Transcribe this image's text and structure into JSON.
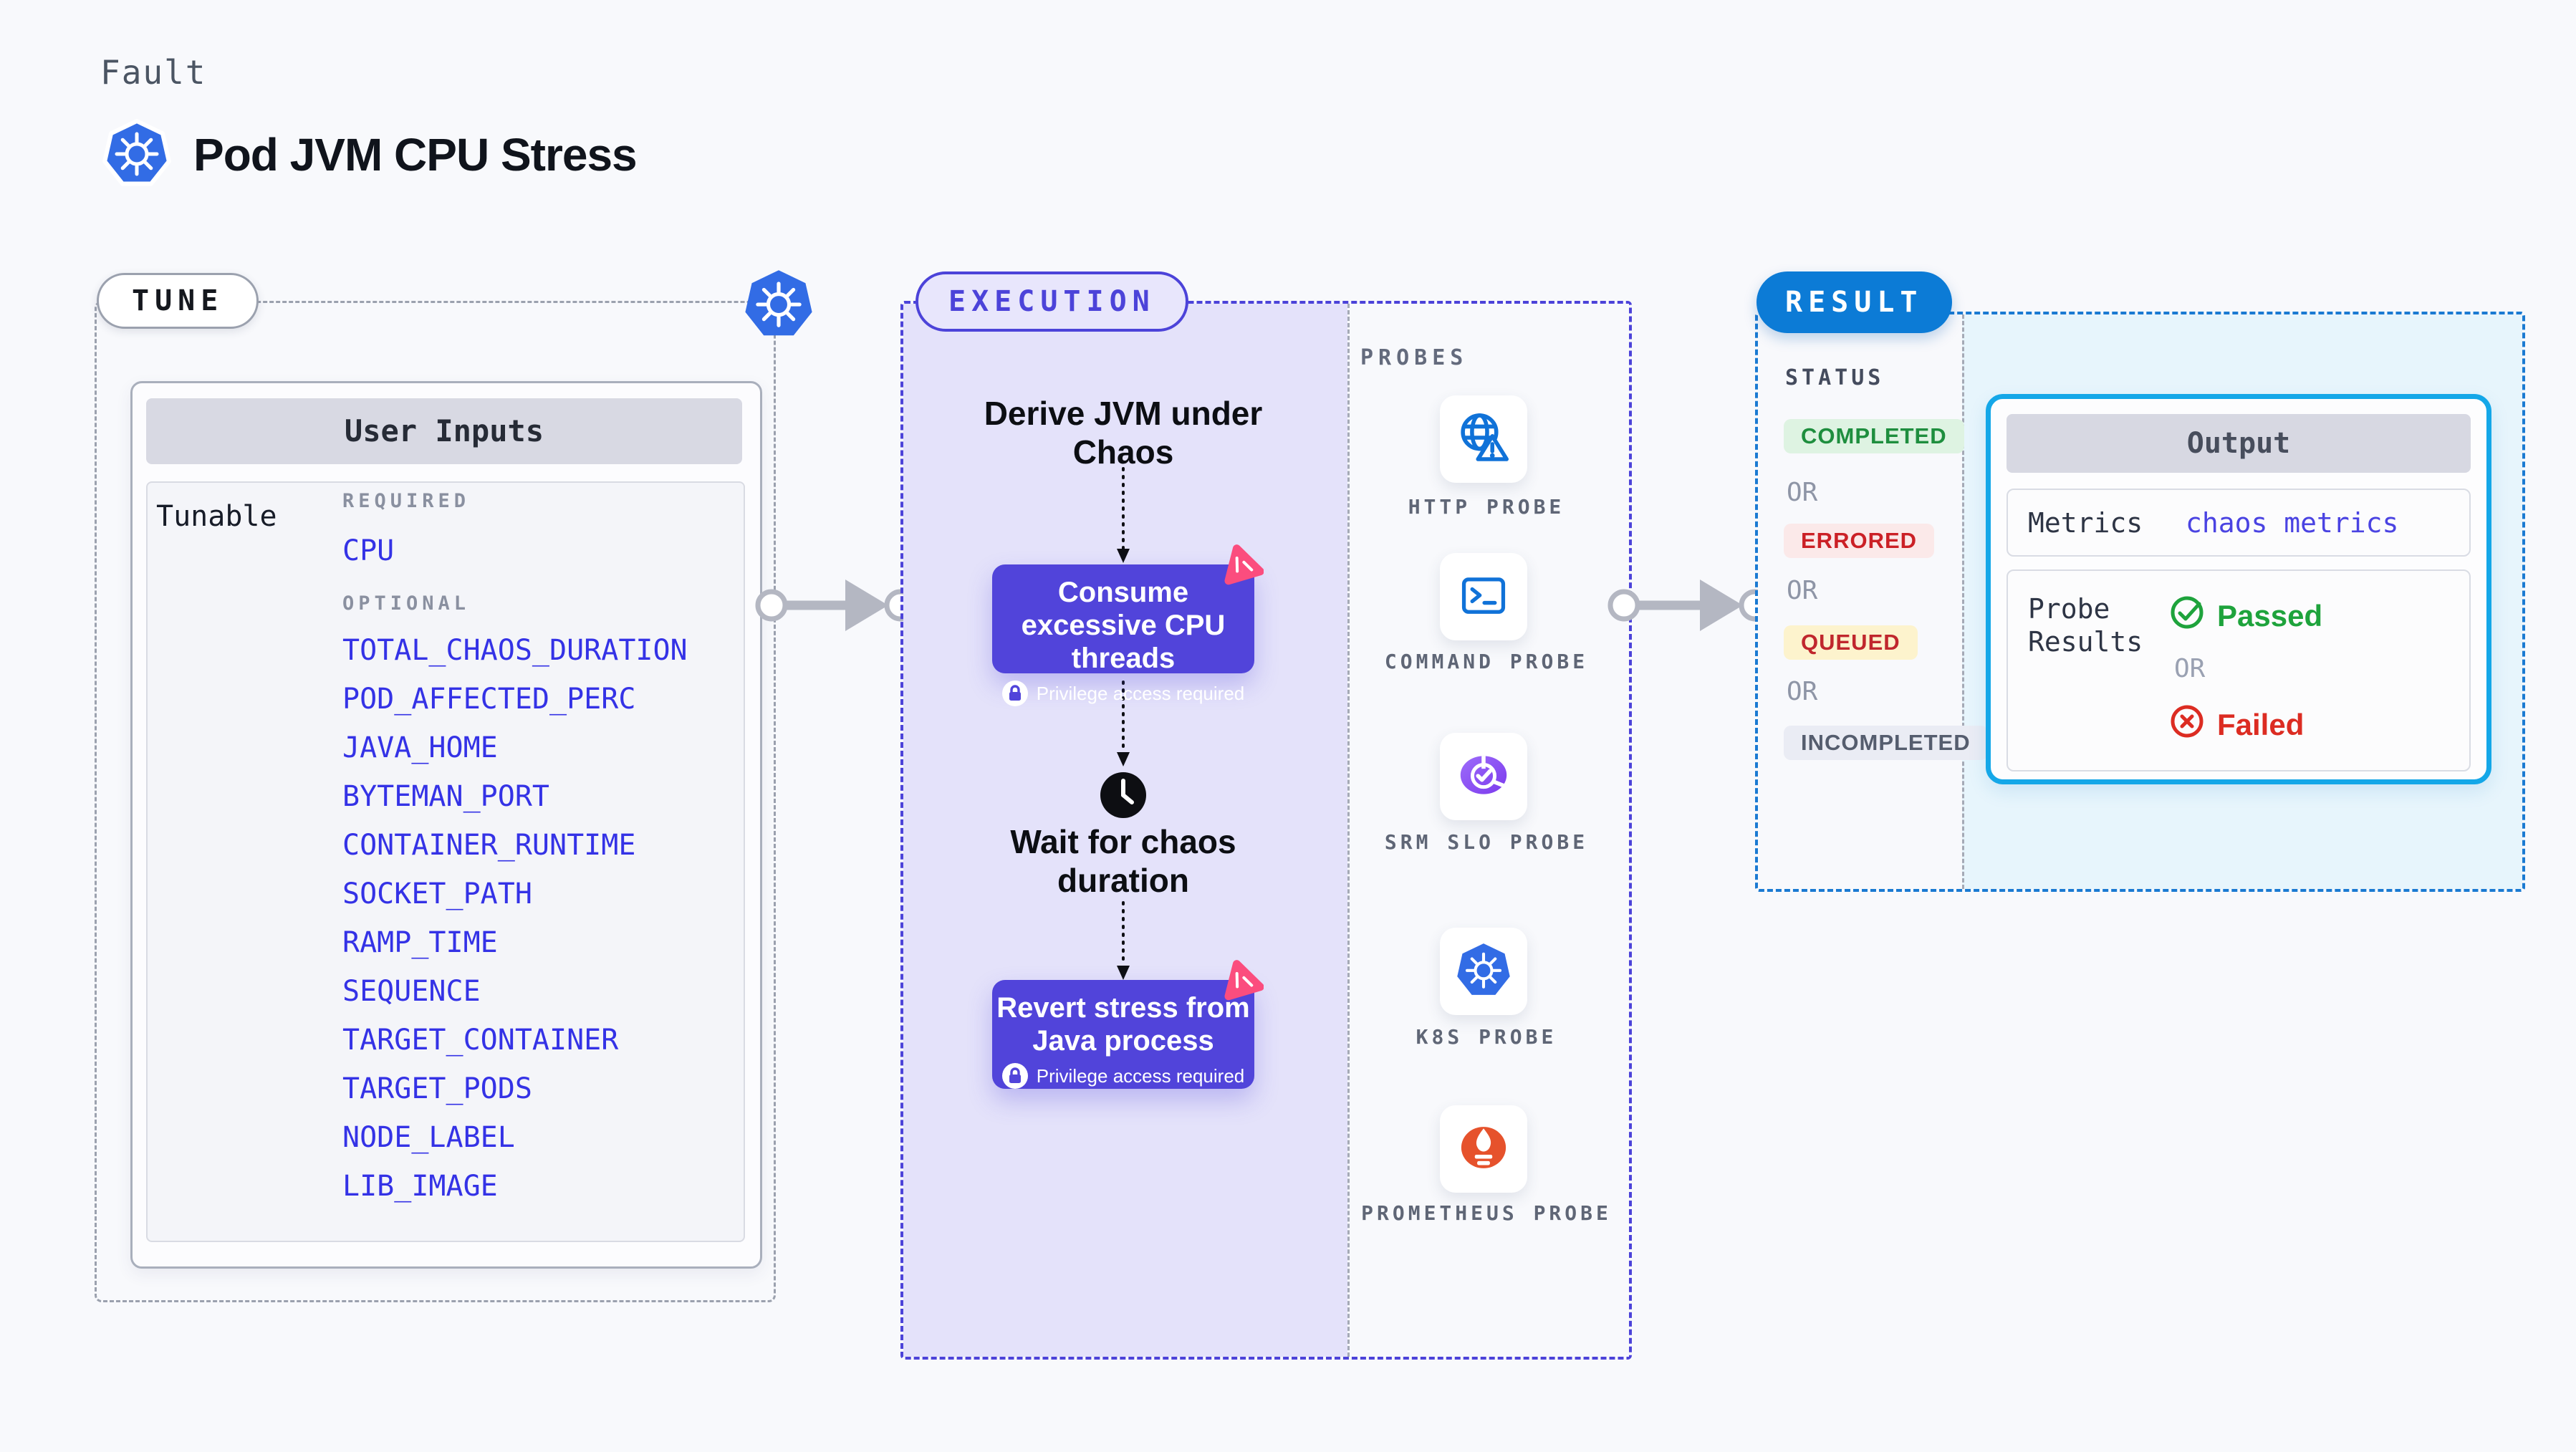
{
  "header": {
    "kicker": "Fault",
    "title": "Pod JVM CPU Stress",
    "icon": "kubernetes-icon"
  },
  "tune": {
    "label": "TUNE",
    "panel_title": "User Inputs",
    "row_label": "Tunable",
    "required_heading": "REQUIRED",
    "required_items": [
      "CPU"
    ],
    "optional_heading": "OPTIONAL",
    "optional_items": [
      "TOTAL_CHAOS_DURATION",
      "POD_AFFECTED_PERC",
      "JAVA_HOME",
      "BYTEMAN_PORT",
      "CONTAINER_RUNTIME",
      "SOCKET_PATH",
      "RAMP_TIME",
      "SEQUENCE",
      "TARGET_CONTAINER",
      "TARGET_PODS",
      "NODE_LABEL",
      "LIB_IMAGE"
    ]
  },
  "execution": {
    "label": "EXECUTION",
    "derive_text": "Derive JVM under Chaos",
    "consume_text": "Consume excessive CPU threads",
    "wait_text": "Wait for chaos duration",
    "revert_text": "Revert stress from Java process",
    "privilege_note": "Privilege access required"
  },
  "probes": {
    "heading": "PROBES",
    "items": [
      {
        "name": "HTTP PROBE",
        "icon": "http-probe-icon"
      },
      {
        "name": "COMMAND PROBE",
        "icon": "command-probe-icon"
      },
      {
        "name": "SRM SLO PROBE",
        "icon": "srm-slo-probe-icon"
      },
      {
        "name": "K8S PROBE",
        "icon": "k8s-probe-icon"
      },
      {
        "name": "PROMETHEUS PROBE",
        "icon": "prometheus-probe-icon"
      }
    ]
  },
  "result": {
    "label": "RESULT",
    "status_heading": "STATUS",
    "or_label": "OR",
    "statuses": [
      {
        "text": "COMPLETED",
        "color": "#1e8e3e",
        "bg": "#def3e2"
      },
      {
        "text": "ERRORED",
        "color": "#cb2026",
        "bg": "#fbe9e9"
      },
      {
        "text": "QUEUED",
        "color": "#c0272d",
        "bg": "#fdf3cd"
      },
      {
        "text": "INCOMPLETED",
        "color": "#555d6e",
        "bg": "#eaecf4"
      }
    ],
    "output": {
      "title": "Output",
      "metrics_label": "Metrics",
      "metrics_value": "chaos metrics",
      "probe_results_label": "Probe Results",
      "passed_label": "Passed",
      "failed_label": "Failed"
    }
  },
  "icons": {
    "kubernetes": "blue-heptagon-helm-wheel",
    "chaos_logo": "pink-rounded-triangle",
    "lock": "padlock-in-white-circle",
    "clock": "black-clock-face",
    "http_probe": "globe-with-warning-triangle",
    "command_probe": "terminal-window",
    "srm_slo_probe": "purple-slo-dial-with-check",
    "k8s_probe": "blue-heptagon-helm-wheel",
    "prometheus_probe": "orange-flame-torch",
    "passed": "green-check-circle",
    "failed": "red-x-circle",
    "connector": "gray-arrow-with-end-circles"
  },
  "colors": {
    "page_bg": "#f8f9fc",
    "tune_dash": "#9ba1ae",
    "execution_accent": "#4c43d9",
    "execution_bg": "#e4e2fa",
    "action_box": "#5144da",
    "param_text": "#3432e6",
    "result_accent": "#0c7bd6",
    "result_dash": "#1a7ad2",
    "output_border": "#14a7e8",
    "output_area_bg": "#e7f5fc",
    "kubernetes_blue": "#326ce5",
    "chaos_pink": "#fb4d7e",
    "passed_green": "#1ea33c",
    "failed_red": "#dc2c22"
  }
}
